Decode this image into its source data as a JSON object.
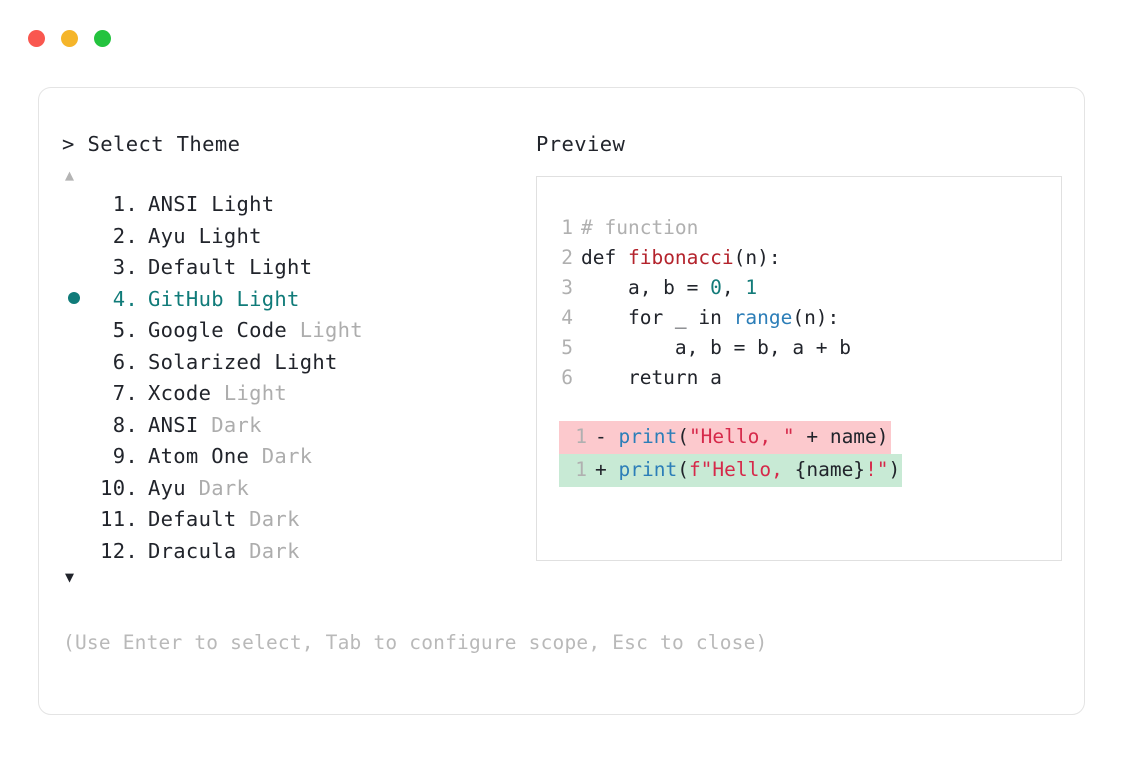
{
  "window": {
    "dots": [
      {
        "name": "close",
        "color": "#f9574f"
      },
      {
        "name": "minimize",
        "color": "#f5b52a"
      },
      {
        "name": "maximize",
        "color": "#23c33e"
      }
    ]
  },
  "selector": {
    "prompt": "> Select Theme",
    "scroll_up_glyph": "▲",
    "scroll_down_glyph": "▼",
    "selected_index": 4,
    "accent_color": "#107b79",
    "muted_color": "#adadad",
    "items": [
      {
        "index": "1.",
        "name": "ANSI Light",
        "variant": "",
        "selected": false
      },
      {
        "index": "2.",
        "name": "Ayu Light",
        "variant": "",
        "selected": false
      },
      {
        "index": "3.",
        "name": "Default Light",
        "variant": "",
        "selected": false
      },
      {
        "index": "4.",
        "name": "GitHub Light",
        "variant": "",
        "selected": true
      },
      {
        "index": "5.",
        "name": "Google Code",
        "variant": "Light",
        "selected": false
      },
      {
        "index": "6.",
        "name": "Solarized Light",
        "variant": "",
        "selected": false
      },
      {
        "index": "7.",
        "name": "Xcode",
        "variant": "Light",
        "selected": false
      },
      {
        "index": "8.",
        "name": "ANSI",
        "variant": "Dark",
        "selected": false
      },
      {
        "index": "9.",
        "name": "Atom One",
        "variant": "Dark",
        "selected": false
      },
      {
        "index": "10.",
        "name": "Ayu",
        "variant": "Dark",
        "selected": false
      },
      {
        "index": "11.",
        "name": "Default",
        "variant": "Dark",
        "selected": false
      },
      {
        "index": "12.",
        "name": "Dracula",
        "variant": "Dark",
        "selected": false
      }
    ],
    "hint": "(Use Enter to select, Tab to configure scope, Esc to close)"
  },
  "preview": {
    "label": "Preview",
    "code_lines": [
      {
        "ln": "1",
        "tokens": [
          {
            "t": "# function",
            "c": "c-comment"
          }
        ]
      },
      {
        "ln": "2",
        "tokens": [
          {
            "t": "def ",
            "c": "c-keyword"
          },
          {
            "t": "fibonacci",
            "c": "c-func"
          },
          {
            "t": "(n):",
            "c": "c-plain"
          }
        ]
      },
      {
        "ln": "3",
        "tokens": [
          {
            "t": "    a, b = ",
            "c": "c-plain"
          },
          {
            "t": "0",
            "c": "c-number"
          },
          {
            "t": ", ",
            "c": "c-plain"
          },
          {
            "t": "1",
            "c": "c-number"
          }
        ]
      },
      {
        "ln": "4",
        "tokens": [
          {
            "t": "    for _ in ",
            "c": "c-plain"
          },
          {
            "t": "range",
            "c": "c-builtin"
          },
          {
            "t": "(n):",
            "c": "c-plain"
          }
        ]
      },
      {
        "ln": "5",
        "tokens": [
          {
            "t": "        a, b = b, a + b",
            "c": "c-plain"
          }
        ]
      },
      {
        "ln": "6",
        "tokens": [
          {
            "t": "    return a",
            "c": "c-plain"
          }
        ]
      }
    ],
    "diff_lines": [
      {
        "ln": "1",
        "mark": "-",
        "kind": "del",
        "bg": "#fcc9cd",
        "tokens": [
          {
            "t": "print",
            "c": "c-builtin"
          },
          {
            "t": "(",
            "c": "c-plain"
          },
          {
            "t": "\"Hello, \"",
            "c": "c-string"
          },
          {
            "t": " + name)",
            "c": "c-plain"
          }
        ]
      },
      {
        "ln": "1",
        "mark": "+",
        "kind": "add",
        "bg": "#c8ead5",
        "tokens": [
          {
            "t": "print",
            "c": "c-builtin"
          },
          {
            "t": "(",
            "c": "c-plain"
          },
          {
            "t": "f\"Hello, ",
            "c": "c-string"
          },
          {
            "t": "{name}",
            "c": "c-plain"
          },
          {
            "t": "!\"",
            "c": "c-string"
          },
          {
            "t": ")",
            "c": "c-plain"
          }
        ]
      }
    ]
  }
}
